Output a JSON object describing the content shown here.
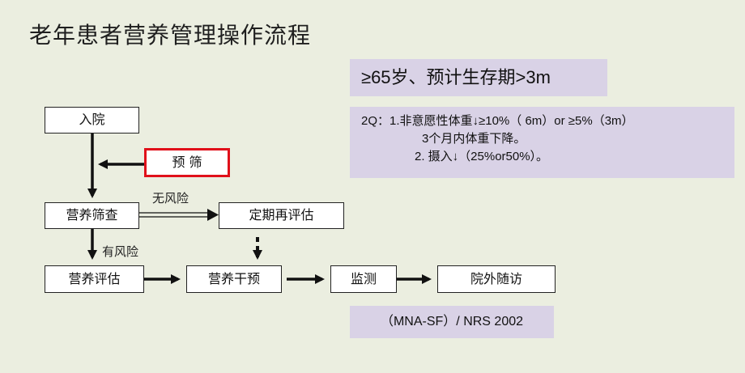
{
  "title": "老年患者营养管理操作流程",
  "notes": {
    "age": "≥65岁、预计生存期>3m",
    "criteria": {
      "line1": "2Q：1.非意愿性体重↓≥10%（ 6m）or ≥5%（3m）",
      "line2": "3个月内体重下降。",
      "line3": "2. 摄入↓（25%or50%）。"
    },
    "tools": "（MNA-SF）/ NRS 2002"
  },
  "flow": {
    "admission": "入院",
    "prescreen": "预 筛",
    "screening": "营养筛查",
    "no_risk_label": "无风险",
    "periodic_reassess": "定期再评估",
    "risk_label": "有风险",
    "assessment": "营养评估",
    "intervention": "营养干预",
    "monitoring": "监测",
    "followup": "院外随访"
  }
}
